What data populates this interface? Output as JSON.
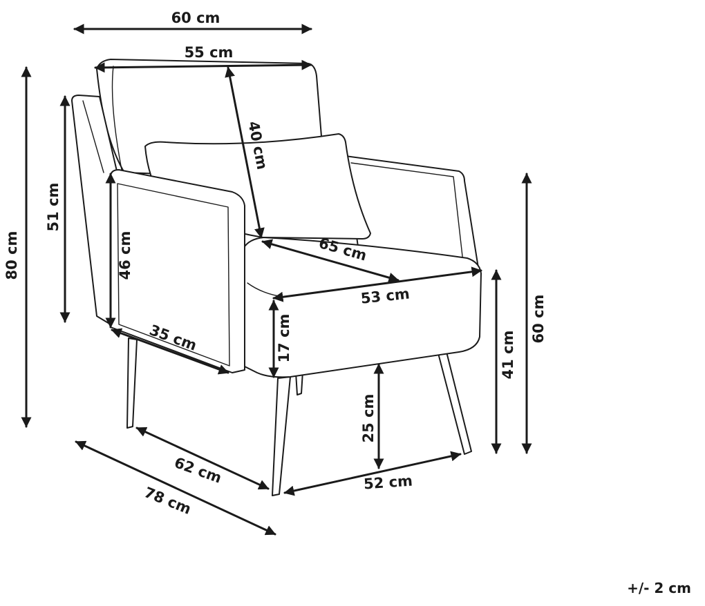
{
  "dimensions": {
    "overall_width": "60 cm",
    "backrest_width": "55 cm",
    "backrest_height": "40 cm",
    "overall_height": "80 cm",
    "back_side_height": "51 cm",
    "armrest_height": "46 cm",
    "seat_diagonal": "65 cm",
    "seat_width": "53 cm",
    "armrest_depth": "35 cm",
    "seat_cushion_height": "17 cm",
    "leg_height": "25 cm",
    "arm_height_from_floor": "41 cm",
    "arm_top_from_floor": "60 cm",
    "leg_span_depth": "62 cm",
    "overall_depth": "78 cm",
    "leg_span_width": "52 cm"
  },
  "tolerance": "+/- 2 cm"
}
